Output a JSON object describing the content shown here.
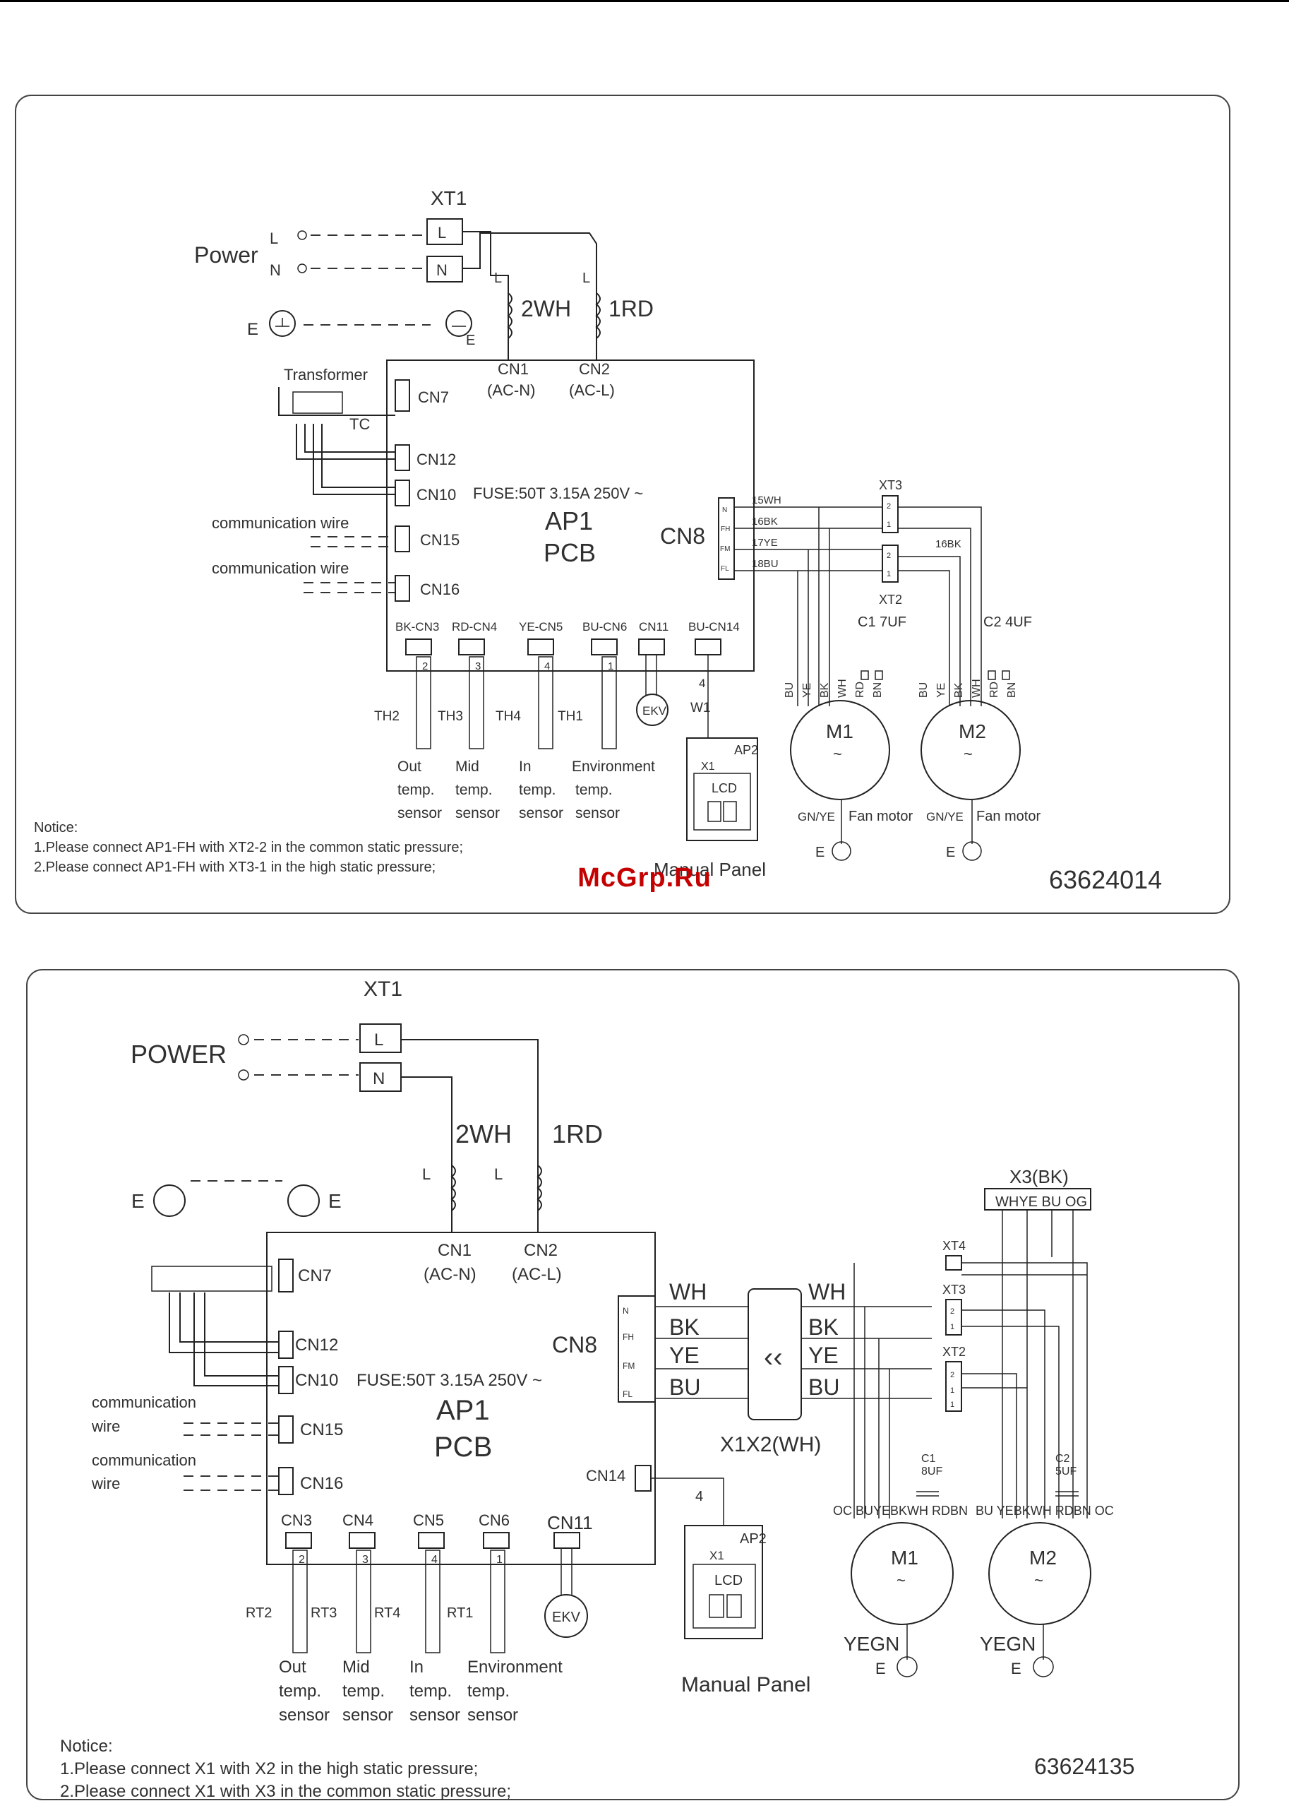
{
  "watermark": "McGrp.Ru",
  "diagram1": {
    "code": "63624014",
    "xt1": "XT1",
    "power": "Power",
    "l": "L",
    "n": "N",
    "e": "E",
    "wh": "2WH",
    "rd": "1RD",
    "cn1": "CN1",
    "cn1sub": "(AC-N)",
    "cn2": "CN2",
    "cn2sub": "(AC-L)",
    "transformer": "Transformer",
    "tc": "TC",
    "cn7": "CN7",
    "cn12": "CN12",
    "cn10": "CN10",
    "cn15": "CN15",
    "cn16": "CN16",
    "fuse": "FUSE:50T  3.15A  250V  ~",
    "ap1": "AP1",
    "pcb": "PCB",
    "cn8": "CN8",
    "comm1": "communication  wire",
    "comm2": "communication  wire",
    "bottom_labels": [
      "BK-CN3",
      "RD-CN4",
      "YE-CN5",
      "BU-CN6",
      "CN11",
      "BU-CN14"
    ],
    "pin_nums": [
      "2",
      "3",
      "4",
      "1"
    ],
    "th": [
      "TH2",
      "TH3",
      "TH4",
      "TH1"
    ],
    "ekv": "EKV",
    "w1": "W1",
    "four": "4",
    "ap2": "AP2",
    "x1": "X1",
    "lcd": "LCD",
    "sensor_lines": [
      [
        "Out",
        "temp.",
        "sensor"
      ],
      [
        "Mid",
        "temp.",
        "sensor"
      ],
      [
        "In",
        "temp.",
        "sensor"
      ],
      [
        "Environment",
        "temp.",
        "sensor"
      ]
    ],
    "manual_panel": "Manual   Panel",
    "cn8_pins": [
      "N",
      "FH",
      "FM",
      "FL"
    ],
    "cn8_wires": [
      "15WH",
      "16BK",
      "17YE",
      "18BU"
    ],
    "xt3": "XT3",
    "xt2": "XT2",
    "bk16": "16BK",
    "c1": "C1  7UF",
    "c2": "C2  4UF",
    "wire_cols": [
      "BU",
      "YE",
      "BK",
      "WH",
      "RD",
      "BN"
    ],
    "m1": "M1",
    "m2": "M2",
    "gnye": "GN/YE",
    "fan_motor": "Fan  motor",
    "notice": [
      "Notice:",
      "1.Please  connect  AP1-FH  with  XT2-2  in  the  common  static  pressure;",
      "2.Please  connect  AP1-FH  with  XT3-1  in  the  high  static  pressure;"
    ]
  },
  "diagram2": {
    "code": "63624135",
    "xt1": "XT1",
    "power": "POWER",
    "l": "L",
    "n": "N",
    "e": "E",
    "wh": "2WH",
    "rd": "1RD",
    "cn1": "CN1",
    "cn1sub": "(AC-N)",
    "cn2": "CN2",
    "cn2sub": "(AC-L)",
    "cn7": "CN7",
    "cn12": "CN12",
    "cn10": "CN10",
    "cn15": "CN15",
    "cn16": "CN16",
    "cn14": "CN14",
    "fuse": "FUSE:50T  3.15A  250V  ~",
    "ap1": "AP1",
    "pcb": "PCB",
    "cn8": "CN8",
    "comm_a": [
      "communication",
      "wire"
    ],
    "comm_b": [
      "communication",
      "wire"
    ],
    "bottom_labels": [
      "CN3",
      "CN4",
      "CN5",
      "CN6",
      "CN11"
    ],
    "pin_nums": [
      "2",
      "3",
      "4",
      "1"
    ],
    "rt": [
      "RT2",
      "RT3",
      "RT4",
      "RT1"
    ],
    "ekv": "EKV",
    "four": "4",
    "ap2": "AP2",
    "x1": "X1",
    "lcd": "LCD",
    "sensor_lines": [
      [
        "Out",
        "temp.",
        "sensor"
      ],
      [
        "Mid",
        "temp.",
        "sensor"
      ],
      [
        "In",
        "temp.",
        "sensor"
      ],
      [
        "Environment",
        "temp.",
        "sensor"
      ]
    ],
    "manual_panel": "Manual   Panel",
    "cn8_pins": [
      "N",
      "FH",
      "FM",
      "FL"
    ],
    "wires": [
      "WH",
      "BK",
      "YE",
      "BU"
    ],
    "x1x2": "X1X2(WH)",
    "x3": "X3(BK)",
    "x3_cols": "WHYE BU OG",
    "xt4": "XT4",
    "xt3": "XT3",
    "xt2": "XT2",
    "c1": [
      "C1",
      "8UF"
    ],
    "c2": [
      "C2",
      "5UF"
    ],
    "m1_cols": "OC BUYEBKWH RDBN",
    "m2_cols": "BU YEBKWH RDBN  OC",
    "m1": "M1",
    "m2": "M2",
    "yegn": "YEGN",
    "notice": [
      "Notice:",
      "1.Please  connect  X1  with  X2  in  the  high  static  pressure;",
      "2.Please  connect  X1  with  X3  in  the  common  static  pressure;"
    ]
  }
}
